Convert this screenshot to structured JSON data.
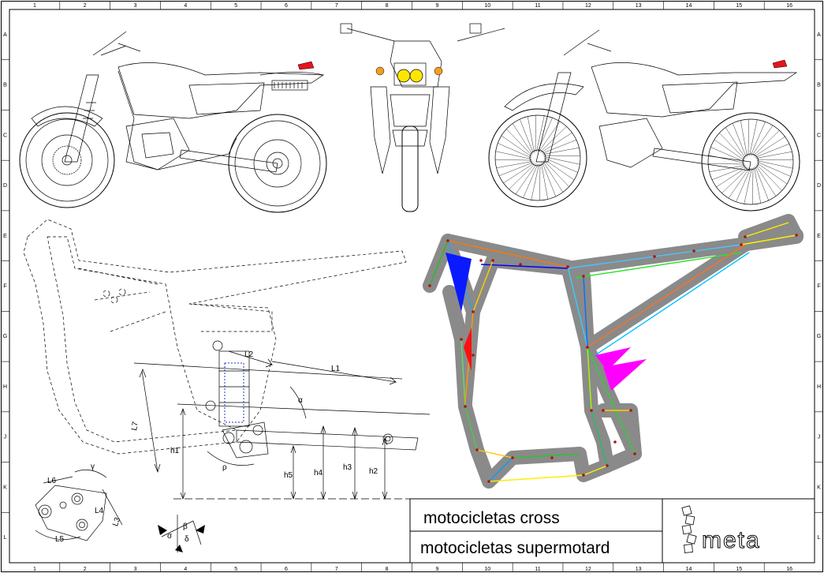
{
  "frame": {
    "column_labels": [
      "1",
      "2",
      "3",
      "4",
      "5",
      "6",
      "7",
      "8",
      "9",
      "10",
      "11",
      "12",
      "13",
      "14",
      "15",
      "16"
    ],
    "row_labels": [
      "A",
      "B",
      "C",
      "D",
      "E",
      "F",
      "G",
      "H",
      "J",
      "K",
      "L"
    ]
  },
  "dimensions": {
    "L1": "L1",
    "L2": "L2",
    "L3": "L3",
    "L4": "L4",
    "L5": "L5",
    "L6": "L6",
    "L7": "L7",
    "h1": "h1",
    "h2": "h2",
    "h3": "h3",
    "h4": "h4",
    "h5": "h5",
    "alpha": "α",
    "rho": "ρ",
    "gamma": "γ",
    "beta": "β",
    "delta": "δ",
    "sigma": "σ"
  },
  "title_block": {
    "line1": "motocicletas cross",
    "line2": "motocicletas supermotard",
    "logo": "meta"
  },
  "colors": {
    "frame_gray": "#8a8a8a",
    "blue_triangle": "#0a1aff",
    "red_triangle": "#ff1010",
    "magenta_triangle": "#ff00ff",
    "tail_light": "#e8141c",
    "headlight": "#ffe600",
    "indicator": "#f0a020"
  }
}
